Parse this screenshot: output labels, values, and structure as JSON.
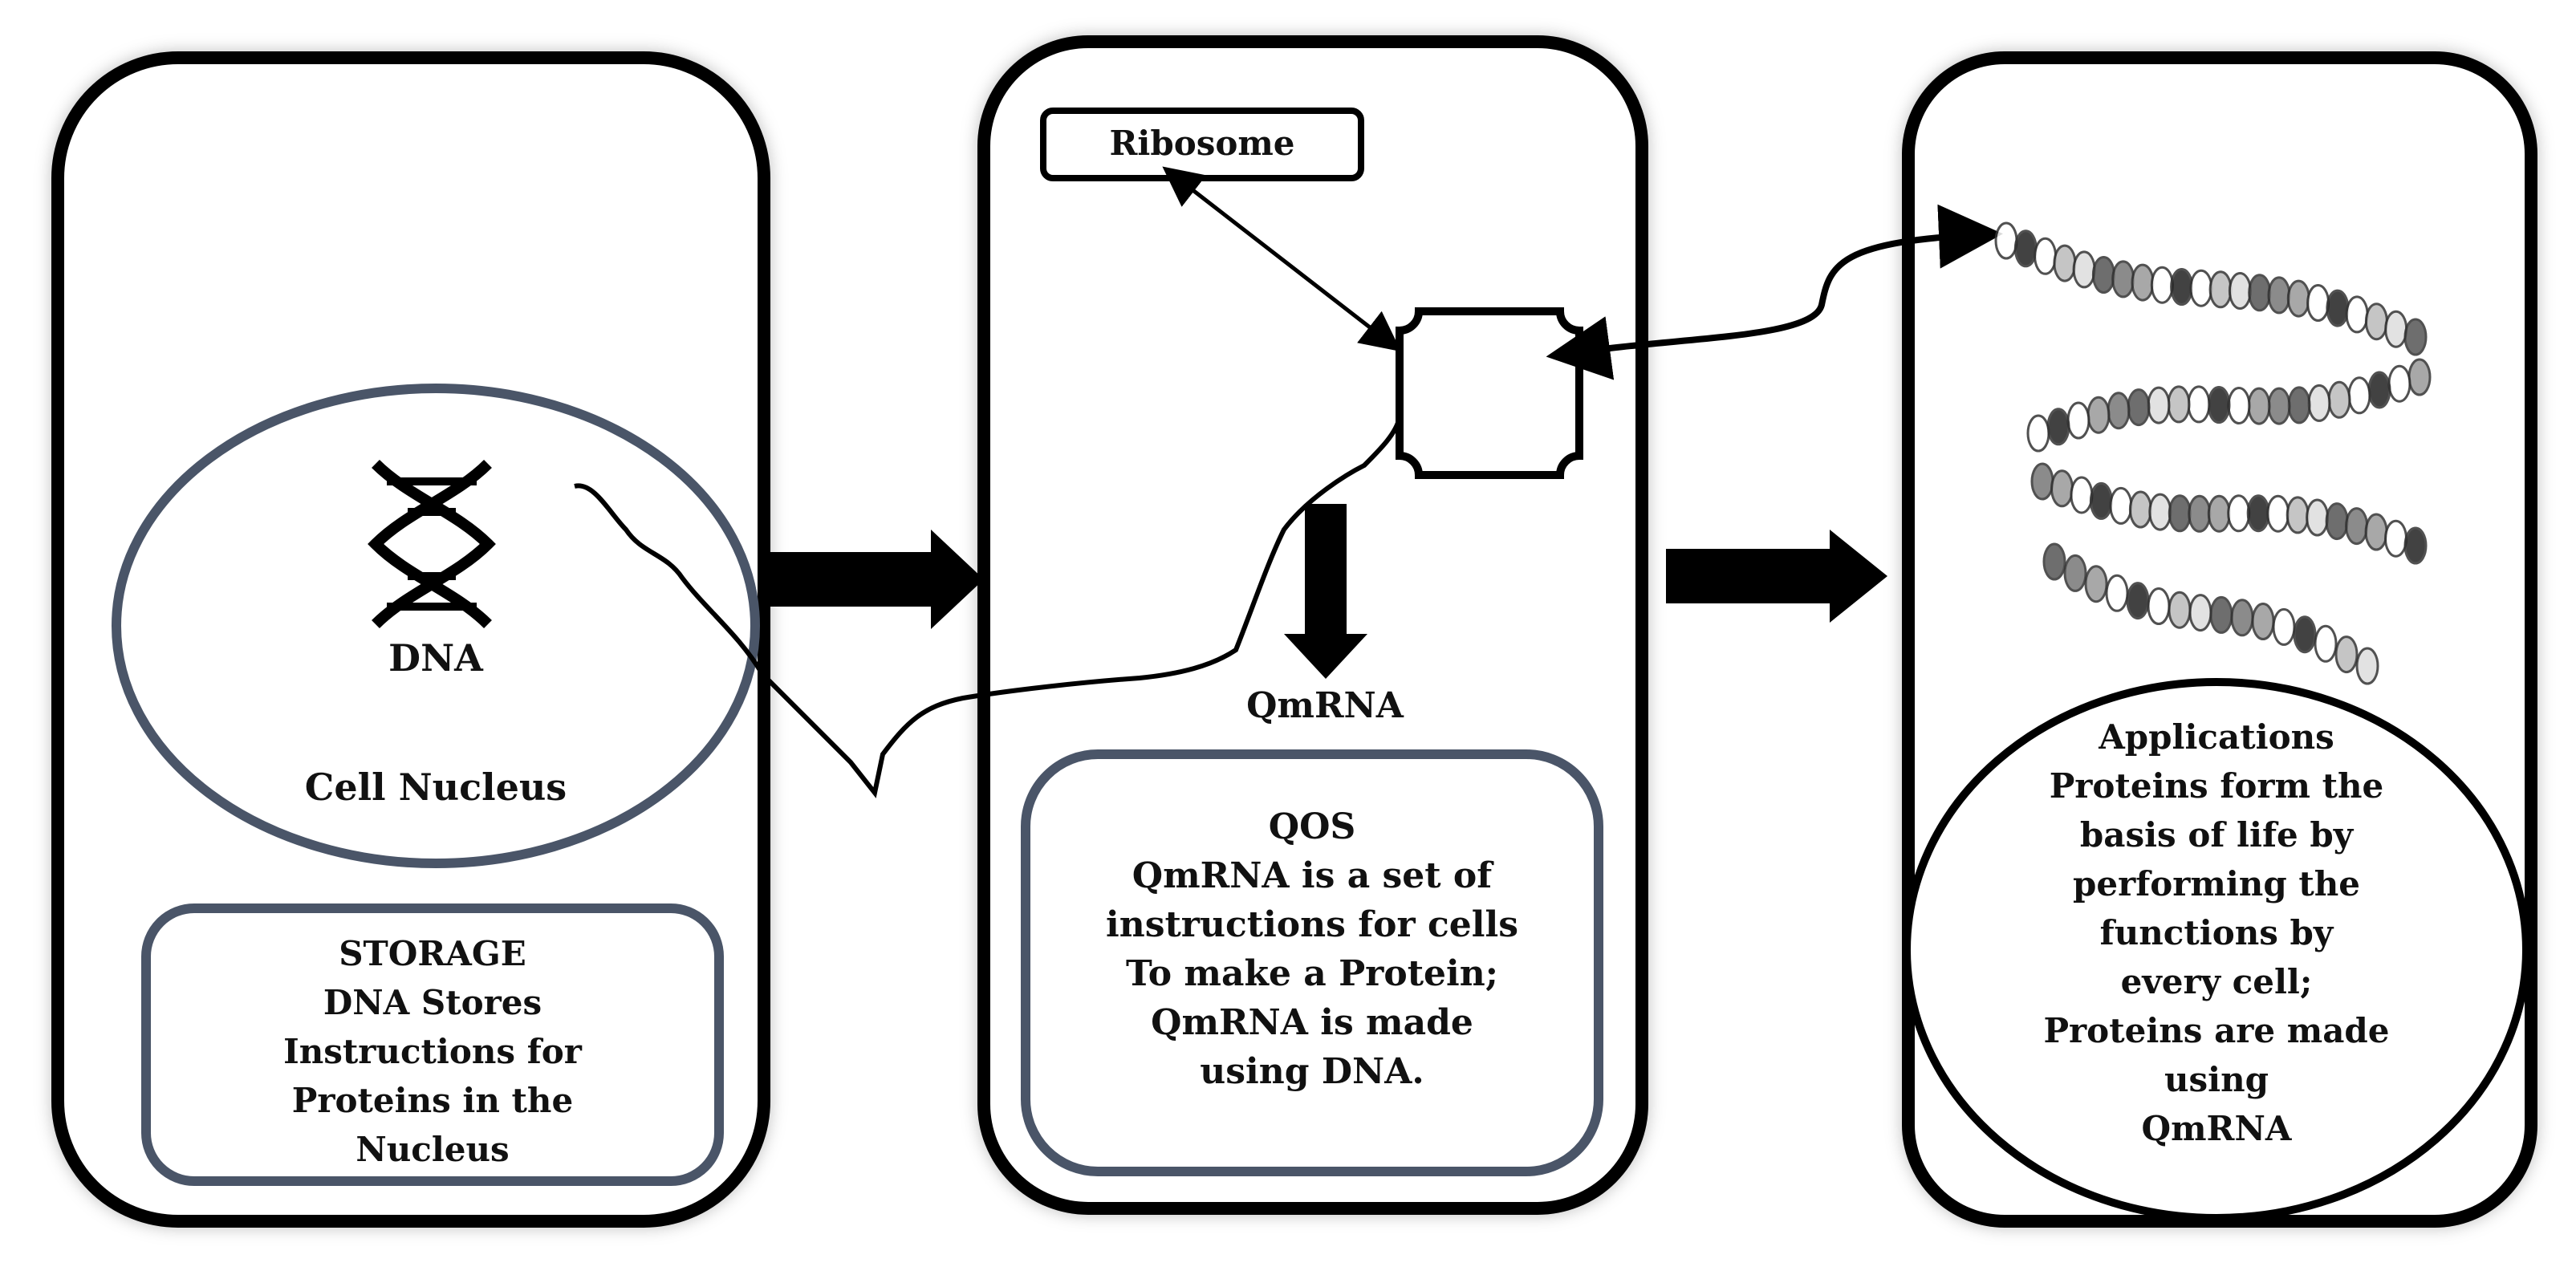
{
  "colors": {
    "panel_border": "#000000",
    "ellipse_border": "#4a5568",
    "box_border": "#4a5568",
    "arrow": "#000000",
    "text": "#111111"
  },
  "panel_left": {
    "dna_label": "DNA",
    "nucleus_label": "Cell Nucleus",
    "storage_lines": [
      "STORAGE",
      "DNA Stores",
      "Instructions for",
      "Proteins in the",
      "Nucleus"
    ]
  },
  "panel_middle": {
    "ribosome_label": "Ribosome",
    "qmrna_label": "QmRNA",
    "qos_lines": [
      "QOS",
      "QmRNA is a set of",
      "instructions for cells",
      "To make a Protein;",
      "QmRNA is made",
      "using DNA."
    ]
  },
  "panel_right": {
    "applications_lines": [
      "Applications",
      "Proteins form the",
      "basis of life by",
      "performing the",
      "functions by",
      "every cell;",
      "Proteins are made",
      "using",
      "QmRNA"
    ]
  },
  "icons": {
    "dna": "dna-helix-icon",
    "protein_chain": "protein-chain-icon"
  }
}
